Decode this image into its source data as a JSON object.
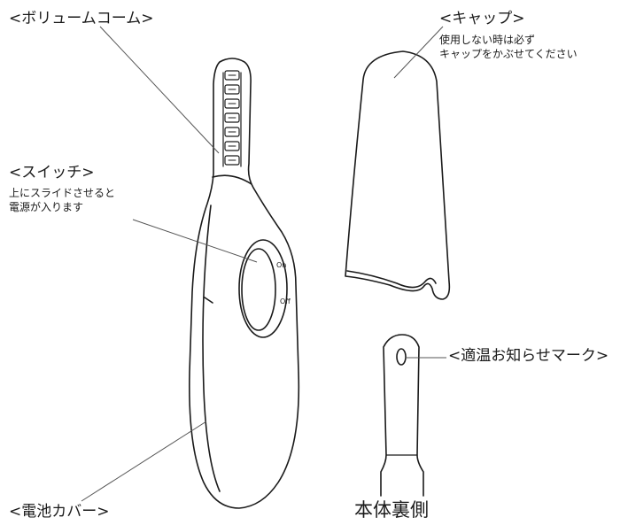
{
  "labels": {
    "volume_comb": "<ボリュームコーム>",
    "cap": "<キャップ>",
    "cap_note_1": "使用しない時は必ず",
    "cap_note_2": "キャップをかぶせてください",
    "switch": "<スイッチ>",
    "switch_note_1": "上にスライドさせると",
    "switch_note_2": "電源が入ります",
    "temp_mark": "<適温お知らせマーク>",
    "battery_cover": "<電池カバー>",
    "body_back": "本体裏側",
    "switch_on": "On",
    "switch_off": "Off"
  },
  "colors": {
    "line": "#1a1a1a",
    "leader": "#555555",
    "background": "#ffffff"
  }
}
